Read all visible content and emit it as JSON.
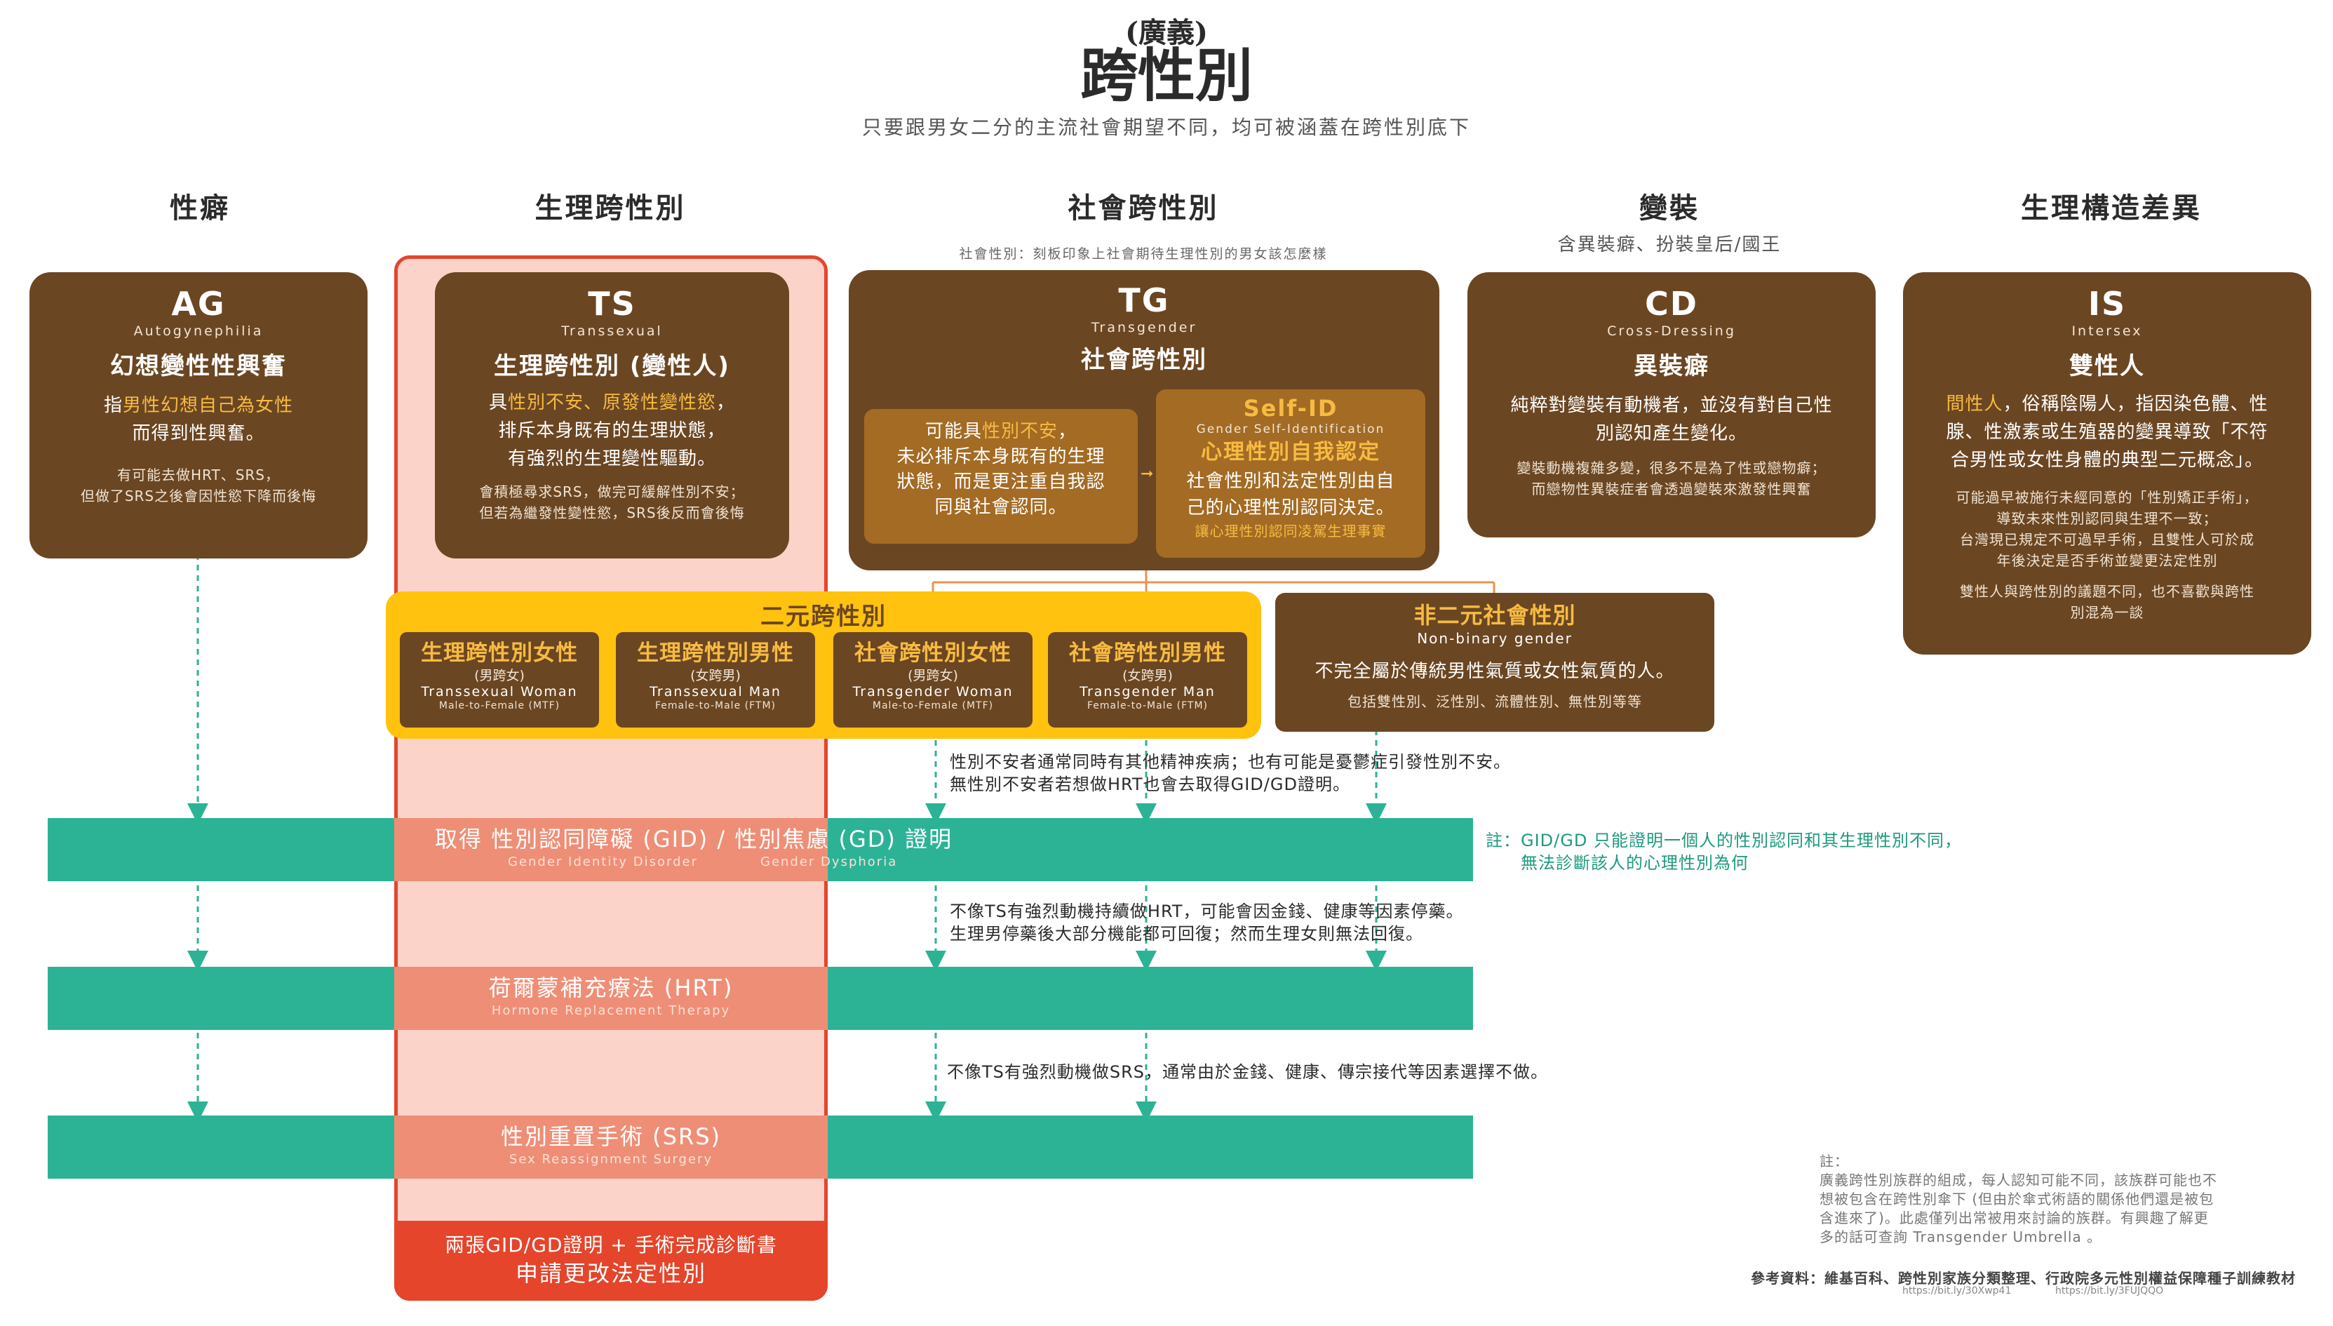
{
  "header": {
    "small": "(廣義)",
    "title": "跨性別",
    "subtitle": "只要跟男女二分的主流社會期望不同，均可被涵蓋在跨性別底下"
  },
  "columns": {
    "fetish": "性癖",
    "physical": "生理跨性別",
    "social": "社會跨性別",
    "social_sub": "社會性別：刻板印象上社會期待生理性別的男女該怎麼樣",
    "cd": "變裝",
    "cd_sub": "含異裝癖、扮裝皇后/國王",
    "bio": "生理構造差異"
  },
  "ag": {
    "abbr": "AG",
    "en": "Autogynephilia",
    "zh": "幻想變性性興奮",
    "d1": "指",
    "d1h": "男性幻想自己為女性",
    "d2": "而得到性興奮。",
    "n1": "有可能去做HRT、SRS，",
    "n2": "但做了SRS之後會因性慾下降而後悔"
  },
  "ts": {
    "abbr": "TS",
    "en": "Transsexual",
    "zh": "生理跨性別 (變性人)",
    "d1a": "具",
    "d1h": "性別不安、原發性變性慾",
    "d1b": "，",
    "d2": "排斥本身既有的生理狀態，",
    "d3": "有強烈的生理變性驅動。",
    "n1": "會積極尋求SRS，做完可緩解性別不安；",
    "n2": "但若為繼發性變性慾，SRS後反而會後悔"
  },
  "tg": {
    "abbr": "TG",
    "en": "Transgender",
    "zh": "社會跨性別",
    "l1a": "可能具",
    "l1h": "性別不安",
    "l1b": "，",
    "l2": "未必排斥本身既有的生理",
    "l3": "狀態，而是更注重自我認",
    "l4": "同與社會認同。",
    "sid_t": "Self-ID",
    "sid_en": "Gender Self-Identification",
    "sid_zh": "心理性別自我認定",
    "sid_d1": "社會性別和法定性別由自",
    "sid_d2": "己的心理性別認同決定。",
    "sid_n": "讓心理性別認同凌駕生理事實"
  },
  "cd": {
    "abbr": "CD",
    "en": "Cross-Dressing",
    "zh": "異裝癖",
    "d1": "純粹對變裝有動機者，並沒有對自己性",
    "d2": "別認知產生變化。",
    "n1": "變裝動機複雜多變，很多不是為了性或戀物癖；",
    "n2": "而戀物性異裝症者會透過變裝來激發性興奮"
  },
  "is": {
    "abbr": "IS",
    "en": "Intersex",
    "zh": "雙性人",
    "d1h": "間性人",
    "d1": "，俗稱陰陽人，指因染色體、性",
    "d2": "腺、性激素或生殖器的變異導致「不符",
    "d3": "合男性或女性身體的典型二元概念」。",
    "n1": "可能過早被施行未經同意的「性別矯正手術」，",
    "n2": "導致未來性別認同與生理不一致；",
    "n3": "台灣現已規定不可過早手術，且雙性人可於成",
    "n4": "年後決定是否手術並變更法定性別",
    "n5": "雙性人與跨性別的議題不同，也不喜歡與跨性",
    "n6": "別混為一談"
  },
  "binary": {
    "label": "二元跨性別",
    "items": [
      {
        "zh": "生理跨性別女性",
        "sub": "(男跨女)",
        "en": "Transsexual Woman",
        "en2": "Male-to-Female (MTF)"
      },
      {
        "zh": "生理跨性別男性",
        "sub": "(女跨男)",
        "en": "Transsexual Man",
        "en2": "Female-to-Male (FTM)"
      },
      {
        "zh": "社會跨性別女性",
        "sub": "(男跨女)",
        "en": "Transgender Woman",
        "en2": "Male-to-Female (MTF)"
      },
      {
        "zh": "社會跨性別男性",
        "sub": "(女跨男)",
        "en": "Transgender Man",
        "en2": "Female-to-Male (FTM)"
      }
    ]
  },
  "nb": {
    "zh": "非二元社會性別",
    "en": "Non-binary gender",
    "d": "不完全屬於傳統男性氣質或女性氣質的人。",
    "n": "包括雙性別、泛性別、流體性別、無性別等等"
  },
  "notes": {
    "gd1": "性別不安者通常同時有其他精神疾病；也有可能是憂鬱症引發性別不安。",
    "gd2": "無性別不安者若想做HRT也會去取得GID/GD證明。",
    "hrt1": "不像TS有強烈動機持續做HRT，可能會因金錢、健康等因素停藥。",
    "hrt2": "生理男停藥後大部分機能都可回復；然而生理女則無法回復。",
    "srs1": "不像TS有強烈動機做SRS，通常由於金錢、健康、傳宗接代等因素選擇不做。",
    "side1": "註：GID/GD 只能證明一個人的性別認同和其生理性別不同，",
    "side2": "無法診斷該人的心理性別為何"
  },
  "bars": {
    "gid": "取得 性別認同障礙 (GID) / 性別焦慮 (GD) 證明",
    "gid_en1": "Gender Identity Disorder",
    "gid_en2": "Gender Dysphoria",
    "hrt": "荷爾蒙補充療法 (HRT)",
    "hrt_en": "Hormone Replacement Therapy",
    "srs": "性別重置手術 (SRS)",
    "srs_en": "Sex Reassignment Surgery"
  },
  "legal": {
    "l1": "兩張GID/GD證明 + 手術完成診斷書",
    "l2": "申請更改法定性別"
  },
  "footnote": {
    "head": "註：",
    "l1": "廣義跨性別族群的組成，每人認知可能不同，該族群可能也不",
    "l2": "想被包含在跨性別傘下 (但由於傘式術語的關係他們還是被包",
    "l3": "含進來了)。此處僅列出常被用來討論的族群。有興趣了解更",
    "l4": "多的話可查詢 Transgender Umbrella 。"
  },
  "reference": {
    "text": "參考資料：維基百科、跨性別家族分類整理、行政院多元性別權益保障種子訓練教材",
    "link1": "https://bit.ly/30Xwp41",
    "link2": "https://bit.ly/3FUJQQO"
  },
  "colors": {
    "brown": "#6b4622",
    "gold": "#f7bb42",
    "yellow": "#ffc20e",
    "teal": "#2cb396",
    "red": "#e4452b",
    "pink": "#fbd3c9"
  }
}
